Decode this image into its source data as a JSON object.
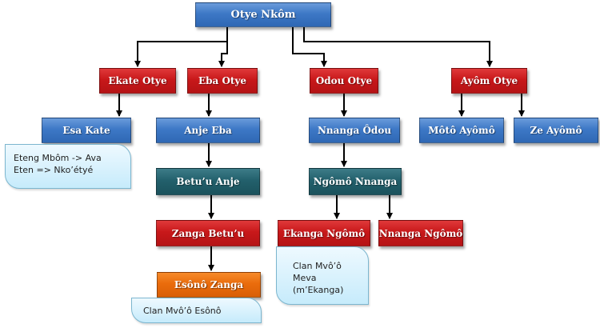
{
  "nodes": {
    "root": "Otye Nkôm",
    "ekate_otye": "Ekate Otye",
    "eba_otye": "Eba Otye",
    "odou_otye": "Odou Otye",
    "ayom_otye": "Ayôm Otye",
    "esa_kate": "Esa Kate",
    "anje_eba": "Anje Eba",
    "nnanga_odou": "Nnanga Ôdou",
    "moto_ayomo": "Môtô Ayômô",
    "ze_ayomo": "Ze Ayômô",
    "betuu_anje": "Betu’u Anje",
    "ngomo_nnanga": "Ngômô Nnanga",
    "zanga_betuu": "Zanga Betu’u",
    "ekanga_ngomo": "Ekanga Ngômô",
    "nnanga_ngomo": "Nnanga Ngômô",
    "esono_zanga": "Esônô Zanga"
  },
  "notes": {
    "esa_kate": [
      "Eteng Mbôm -> Ava",
      "Eten => Nko’étyé"
    ],
    "ekanga": [
      "Clan Mvô’ô",
      "Meva",
      "(m’Ekanga)"
    ],
    "esono": [
      "Clan Mvô’ô Esônô"
    ]
  },
  "colors": {
    "blue": "#3d78c6",
    "red": "#c8181a",
    "teal": "#23606c",
    "orange": "#ea6c0c",
    "note": "#c6ebfb",
    "connector": "#000000"
  }
}
